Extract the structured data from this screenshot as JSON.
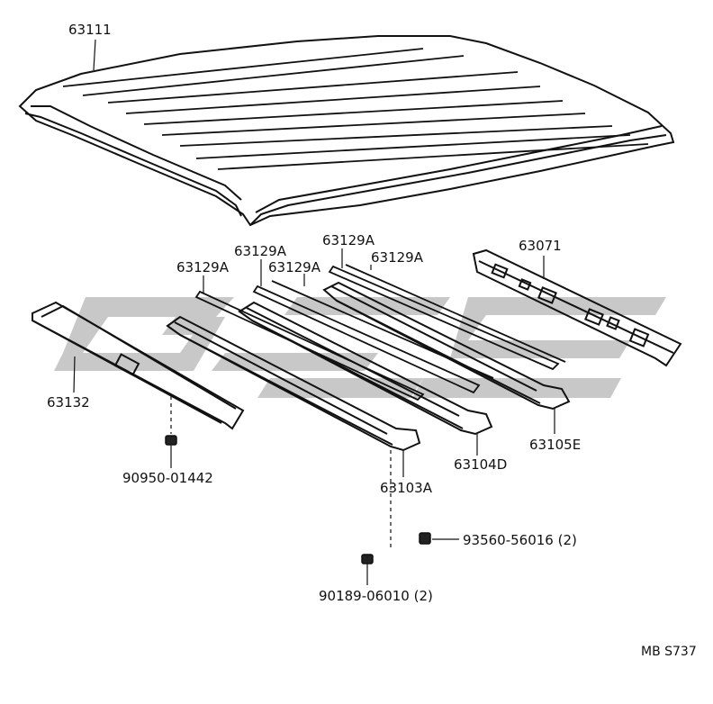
{
  "parts": {
    "roof_panel": "63111",
    "header_front": "63132",
    "nut_front": "90950-01442",
    "bow_1": "63103A",
    "bow_2": "63104D",
    "bow_3": "63105E",
    "rear_rail": "63071",
    "pad_a": "63129A",
    "pad_b": "63129A",
    "pad_c": "63129A",
    "pad_d": "63129A",
    "pad_e": "63129A",
    "bolt": "90189-06010 (2)",
    "nut_rear": "93560-56016 (2)"
  },
  "drawing_code": "MB S737",
  "colors": {
    "line": "#111111",
    "watermark": "#c8c8c8"
  }
}
